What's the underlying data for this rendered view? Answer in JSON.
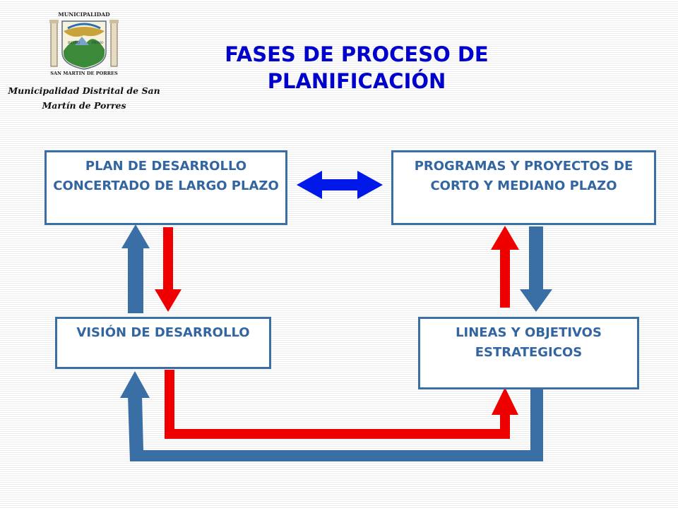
{
  "header": {
    "title": "FASES DE PROCESO DE PLANIFICACIÓN",
    "org_name": "Municipalidad Distrital de San Martín de Porres",
    "logo": {
      "top_text": "MUNICIPALIDAD",
      "bottom_text": "SAN MARTIN DE PORRES",
      "left_banner": "RETRO",
      "right_banner": "PRIMO"
    }
  },
  "boxes": {
    "plan": "PLAN DE DESARROLLO CONCERTADO DE LARGO PLAZO",
    "programas": "PROGRAMAS Y PROYECTOS DE CORTO Y MEDIANO PLAZO",
    "vision": "VISIÓN DE DESARROLLO",
    "lineas": "LINEAS Y OBJETIVOS ESTRATEGICOS"
  },
  "colors": {
    "title": "#0000cc",
    "box_text": "#3366a0",
    "box_border": "#3a6fa6",
    "arrow_blue": "#3a6fa6",
    "arrow_red": "#ee0000",
    "double_arrow": "#0018e8",
    "org_text": "#111111"
  },
  "icons": {
    "logo": "municipal-crest-icon",
    "connector": "double-headed-arrow-icon"
  }
}
